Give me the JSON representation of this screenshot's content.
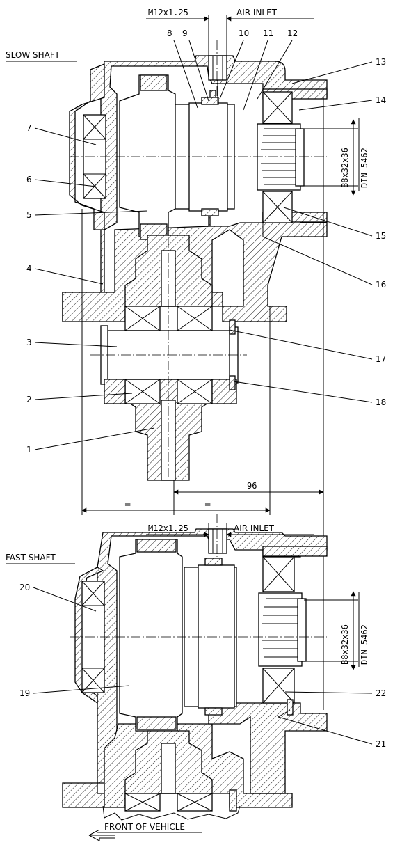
{
  "headings": {
    "slow_shaft": "SLOW SHAFT",
    "fast_shaft": "FAST SHAFT",
    "front_of_vehicle": "FRONT OF VEHICLE"
  },
  "top_view": {
    "thread_label": "M12x1.25",
    "air_inlet_label": "AIR INLET",
    "spline_label": "B8x32x36",
    "standard_label": "DIN 5462",
    "dim_96": "96",
    "equal_left": "═",
    "equal_right": "═"
  },
  "bottom_view": {
    "thread_label": "M12x1.25",
    "air_inlet_label": "AIR INLET",
    "spline_label": "B8x32x36",
    "standard_label": "DIN 5462"
  },
  "callouts_left": [
    "7",
    "6",
    "5",
    "4",
    "3",
    "2",
    "1",
    "20",
    "19"
  ],
  "callouts_top": [
    "8",
    "9",
    "10",
    "11",
    "12"
  ],
  "callouts_right": [
    "13",
    "14",
    "15",
    "16",
    "17",
    "18",
    "22",
    "21"
  ]
}
